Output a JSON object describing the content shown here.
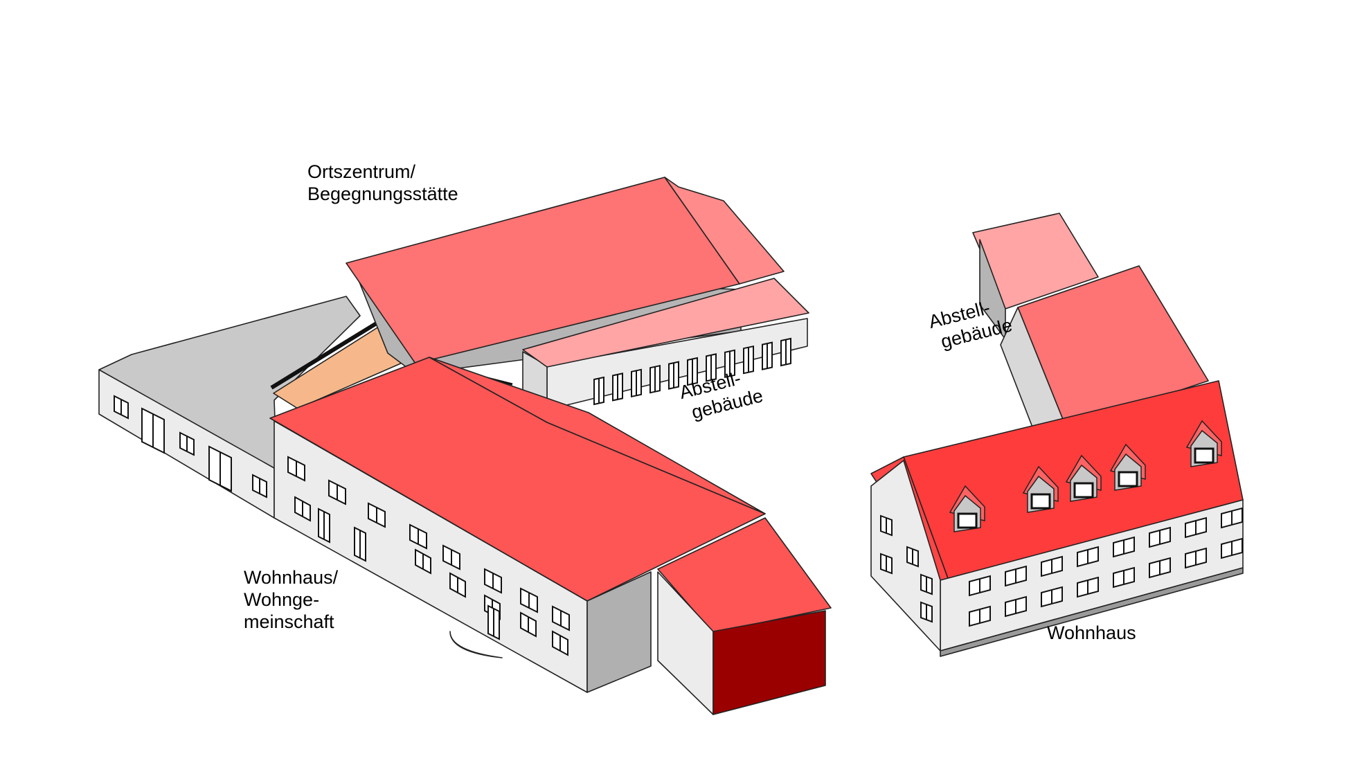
{
  "labels": {
    "ortszentrum": {
      "line1": "Ortszentrum/",
      "line2": "Begegnungsstätte"
    },
    "abstell_left": {
      "line1": "Abstell-",
      "line2": "gebäude"
    },
    "wohnhaus_wg": {
      "line1": "Wohnhaus/",
      "line2": "Wohnge-",
      "line3": "meinschaft"
    },
    "abstell_right": {
      "line1": "Abstell-",
      "line2": "gebäude"
    },
    "wohnhaus": {
      "line1": "Wohnhaus"
    }
  },
  "colors": {
    "roof_main": "#fe5555",
    "roof_light": "#fe7373",
    "roof_pale": "#ffa5a5",
    "roof_bright": "#ff3c3c",
    "wall_light": "#ebebeb",
    "wall_shadow": "#b0b0b0",
    "roof_grey": "#c8c8c8",
    "courtyard": "#f5b88a",
    "dark_red": "#9b0000",
    "window": "#3a3a3a"
  }
}
